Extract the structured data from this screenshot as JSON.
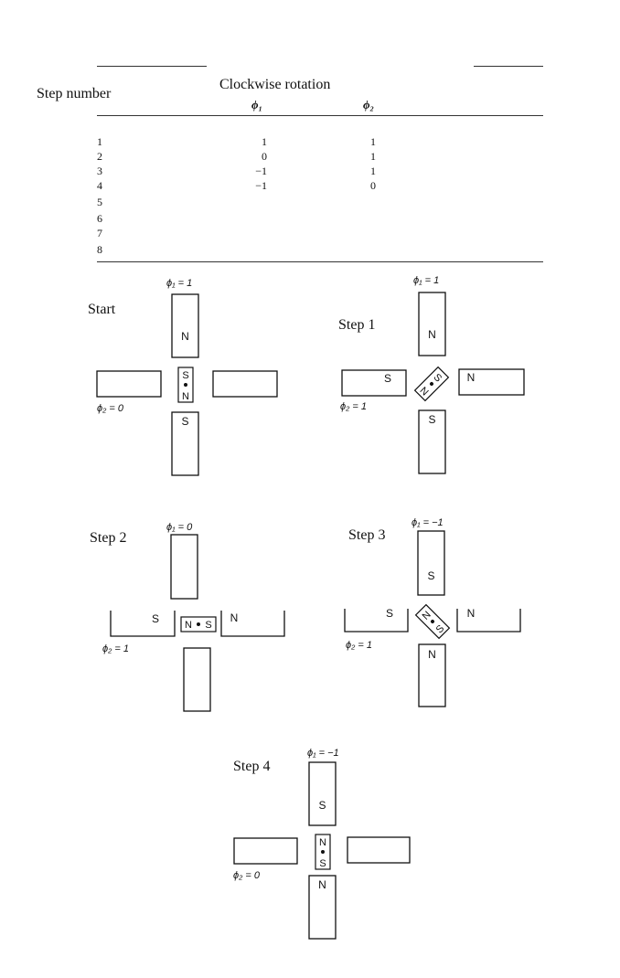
{
  "table": {
    "row_header": "Step number",
    "group_header": "Clockwise rotation",
    "col1": "ϕ₁",
    "col2": "ϕ₂",
    "rows": [
      {
        "step": "1",
        "phi1": "1",
        "phi2": "1"
      },
      {
        "step": "2",
        "phi1": "0",
        "phi2": "1"
      },
      {
        "step": "3",
        "phi1": "−1",
        "phi2": "1"
      },
      {
        "step": "4",
        "phi1": "−1",
        "phi2": "0"
      },
      {
        "step": "5",
        "phi1": "",
        "phi2": ""
      },
      {
        "step": "6",
        "phi1": "",
        "phi2": ""
      },
      {
        "step": "7",
        "phi1": "",
        "phi2": ""
      },
      {
        "step": "8",
        "phi1": "",
        "phi2": ""
      }
    ]
  },
  "diagrams": [
    {
      "label": "Start",
      "phi1": "ϕ₁ = 1",
      "phi2": "ϕ₂ = 0",
      "top": "N",
      "bottom": "S",
      "left": "",
      "right": "",
      "rotor": [
        "S",
        "N"
      ],
      "rotor_orientation": "vertical"
    },
    {
      "label": "Step 1",
      "phi1": "ϕ₁ = 1",
      "phi2": "ϕ₂ = 1",
      "top": "N",
      "bottom": "S",
      "left": "S",
      "right": "N",
      "rotor": [
        "S",
        "N"
      ],
      "rotor_orientation": "diagonal"
    },
    {
      "label": "Step 2",
      "phi1": "ϕ₁ = 0",
      "phi2": "ϕ₂ = 1",
      "top": "",
      "bottom": "",
      "left": "S",
      "right": "N",
      "rotor": [
        "N",
        "S"
      ],
      "rotor_orientation": "horizontal"
    },
    {
      "label": "Step 3",
      "phi1": "ϕ₁ = −1",
      "phi2": "ϕ₂ = 1",
      "top": "S",
      "bottom": "N",
      "left": "S",
      "right": "N",
      "rotor": [
        "N",
        "S"
      ],
      "rotor_orientation": "diagonal"
    },
    {
      "label": "Step 4",
      "phi1": "ϕ₁ = −1",
      "phi2": "ϕ₂ = 0",
      "top": "S",
      "bottom": "N",
      "left": "",
      "right": "",
      "rotor": [
        "N",
        "S"
      ],
      "rotor_orientation": "vertical"
    }
  ]
}
